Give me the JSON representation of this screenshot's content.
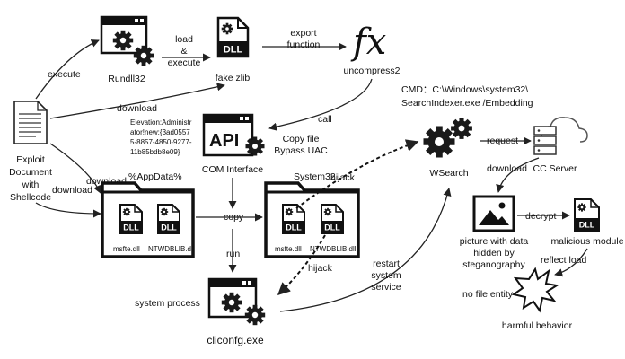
{
  "nodes": {
    "exploit_doc": [
      "Exploit",
      "Document",
      "with",
      "Shellcode"
    ],
    "rundll32": "Rundll32",
    "fake_zlib": "fake zlib",
    "uncompress2": "uncompress2",
    "fx_symbol": "fx",
    "com_interface": "COM Interface",
    "api_label": "API",
    "appdata_folder": "%AppData%",
    "system32_folder": "System32",
    "msfte_appdata": "msfte.dll",
    "ntwdblib_appdata": "NTWDBLIB.dll",
    "msfte_sys32": "msfte.dll",
    "ntwdblib_sys32": "NTWDBLIB.dll",
    "dll_text": "DLL",
    "cliconfg": "cliconfg.exe",
    "system_process": "system process",
    "wsearch": "WSearch",
    "cc_server": "CC Server",
    "picture": [
      "picture with data",
      "hidden by",
      "steganography"
    ],
    "malicious_module": "malicious module",
    "harmful_behavior": "harmful behavior",
    "no_file_entity": "no file entity"
  },
  "edges": {
    "execute_left": "execute",
    "load_execute": [
      "load",
      "&",
      "execute"
    ],
    "export_function": [
      "export",
      "function"
    ],
    "download_top": "download",
    "elevation": [
      "Elevation:Administr",
      "ator!new:{3ad0557",
      "5-8857-4850-9277-",
      "11b85bdb8e09}"
    ],
    "call": "call",
    "copy_file": [
      "Copy file",
      "Bypass UAC"
    ],
    "download_mid": "download",
    "download_low": "download",
    "copy": "copy",
    "hijack_top": "hijack",
    "run": "run",
    "hijack_bottom": "hijack",
    "restart": [
      "restart",
      "system",
      "service"
    ],
    "request": "request",
    "download_cc": "download",
    "decrypt": "decrypt",
    "reflect_load": "reflect load"
  },
  "cmd": [
    "CMD：C:\\Windows\\system32\\",
    "SearchIndexer.exe /Embedding"
  ]
}
